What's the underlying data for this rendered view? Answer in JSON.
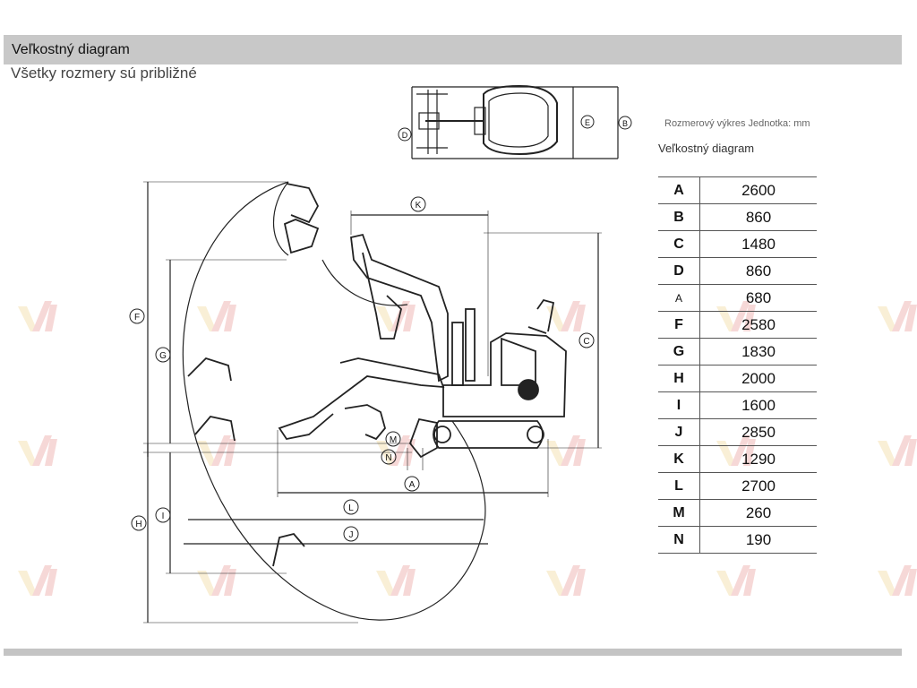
{
  "header": {
    "title": "Veľkostný diagram",
    "subtitle": "Všetky rozmery sú približné"
  },
  "drawing_note": "Rozmerový výkres Jednotka: mm",
  "table": {
    "title": "Veľkostný diagram",
    "rows": [
      {
        "key": "A",
        "value": "2600"
      },
      {
        "key": "B",
        "value": "860"
      },
      {
        "key": "C",
        "value": "1480"
      },
      {
        "key": "D",
        "value": "860"
      },
      {
        "key": "A",
        "value": "680"
      },
      {
        "key": "F",
        "value": "2580"
      },
      {
        "key": "G",
        "value": "1830"
      },
      {
        "key": "H",
        "value": "2000"
      },
      {
        "key": "I",
        "value": "1600"
      },
      {
        "key": "J",
        "value": "2850"
      },
      {
        "key": "K",
        "value": "1290"
      },
      {
        "key": "L",
        "value": "2700"
      },
      {
        "key": "M",
        "value": "260"
      },
      {
        "key": "N",
        "value": "190"
      }
    ]
  },
  "diagram_labels": {
    "a": "A",
    "b": "B",
    "c": "C",
    "d": "D",
    "e": "E",
    "f": "F",
    "g": "G",
    "h": "H",
    "i": "I",
    "j": "J",
    "k": "K",
    "l": "L",
    "m": "M",
    "n": "N"
  },
  "colors": {
    "header_bar": "#c8c8c8",
    "line": "#222222",
    "watermark_gold": "#e8b84a",
    "watermark_red": "#d9534f"
  }
}
